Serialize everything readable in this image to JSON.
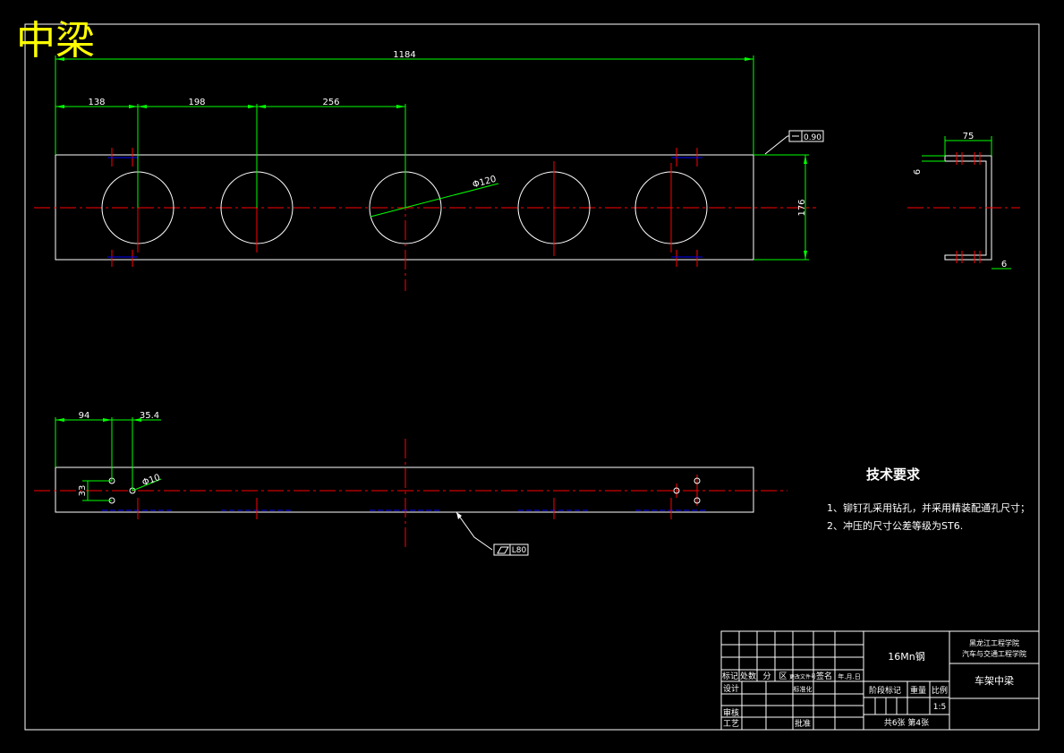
{
  "colors": {
    "background": "#000000",
    "outline": "#ffffff",
    "dimension": "#00ff00",
    "centerline": "#ff0000",
    "hidden": "#0000ff",
    "title": "#ffff00"
  },
  "sheet_title": "中梁",
  "top_view": {
    "dims": {
      "overall": "1184",
      "d1": "138",
      "d2": "198",
      "d3": "256",
      "height": "176",
      "hole_dia": "Φ120"
    },
    "flatness": "0.90"
  },
  "section_view": {
    "width": "75",
    "thick_top": "6",
    "thick_bottom": "6"
  },
  "bottom_view": {
    "dims": {
      "d1": "94",
      "d2": "35.4",
      "vert": "33",
      "hole_dia": "Φ10"
    },
    "parallelism": "L80"
  },
  "tech": {
    "heading": "技术要求",
    "items": [
      "1、铆钉孔采用钻孔，并采用精装配通孔尺寸；",
      "2、冲压的尺寸公差等级为ST6."
    ]
  },
  "title_block": {
    "material": "16Mn钢",
    "school_line1": "黑龙江工程学院",
    "school_line2": "汽车与交通工程学院",
    "part_name": "车架中梁",
    "h_mark": "标记",
    "h_count": "处数",
    "h_zone": "分　区",
    "h_docno": "更改文件号",
    "h_sign": "签名",
    "h_date": "年.月.日",
    "design": "设计",
    "std": "标准化",
    "review": "审核",
    "process": "工艺",
    "approve": "批准",
    "stage": "阶段标记",
    "weight": "重量",
    "scale": "比例",
    "scale_value": "1:5",
    "sheets": "共6张  第4张"
  }
}
